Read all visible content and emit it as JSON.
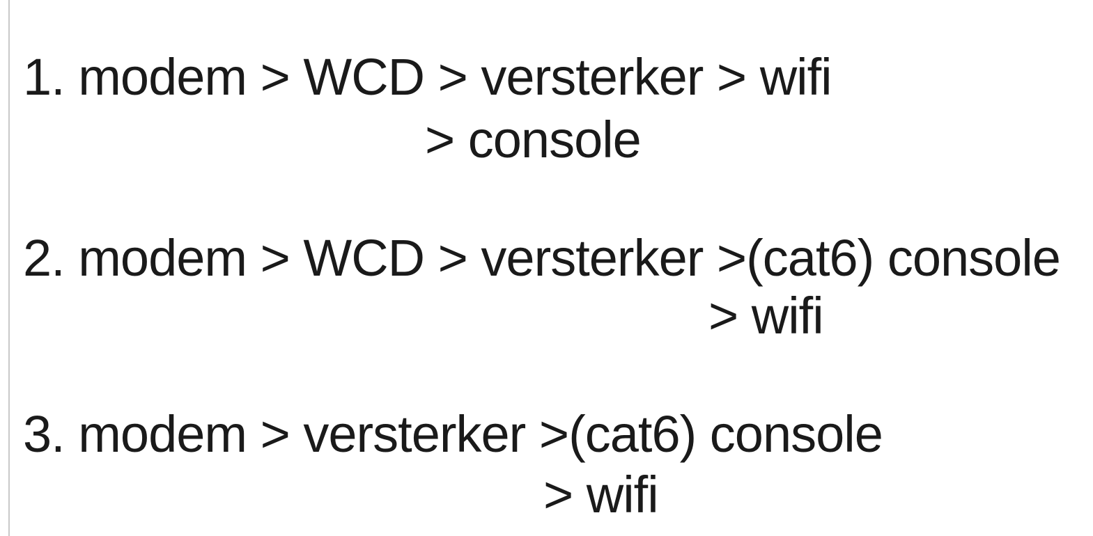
{
  "colors": {
    "background": "#ffffff",
    "text": "#1a1a1a",
    "divider": "#c9c9c9"
  },
  "connection_options": {
    "items": [
      {
        "number": "1.",
        "lines": [
          "1. modem > WCD > versterker > wifi",
          "> console"
        ]
      },
      {
        "number": "2.",
        "lines": [
          "2. modem > WCD > versterker >(cat6) console",
          "> wifi"
        ]
      },
      {
        "number": "3.",
        "lines": [
          "3. modem > versterker >(cat6) console",
          "> wifi"
        ]
      }
    ]
  }
}
